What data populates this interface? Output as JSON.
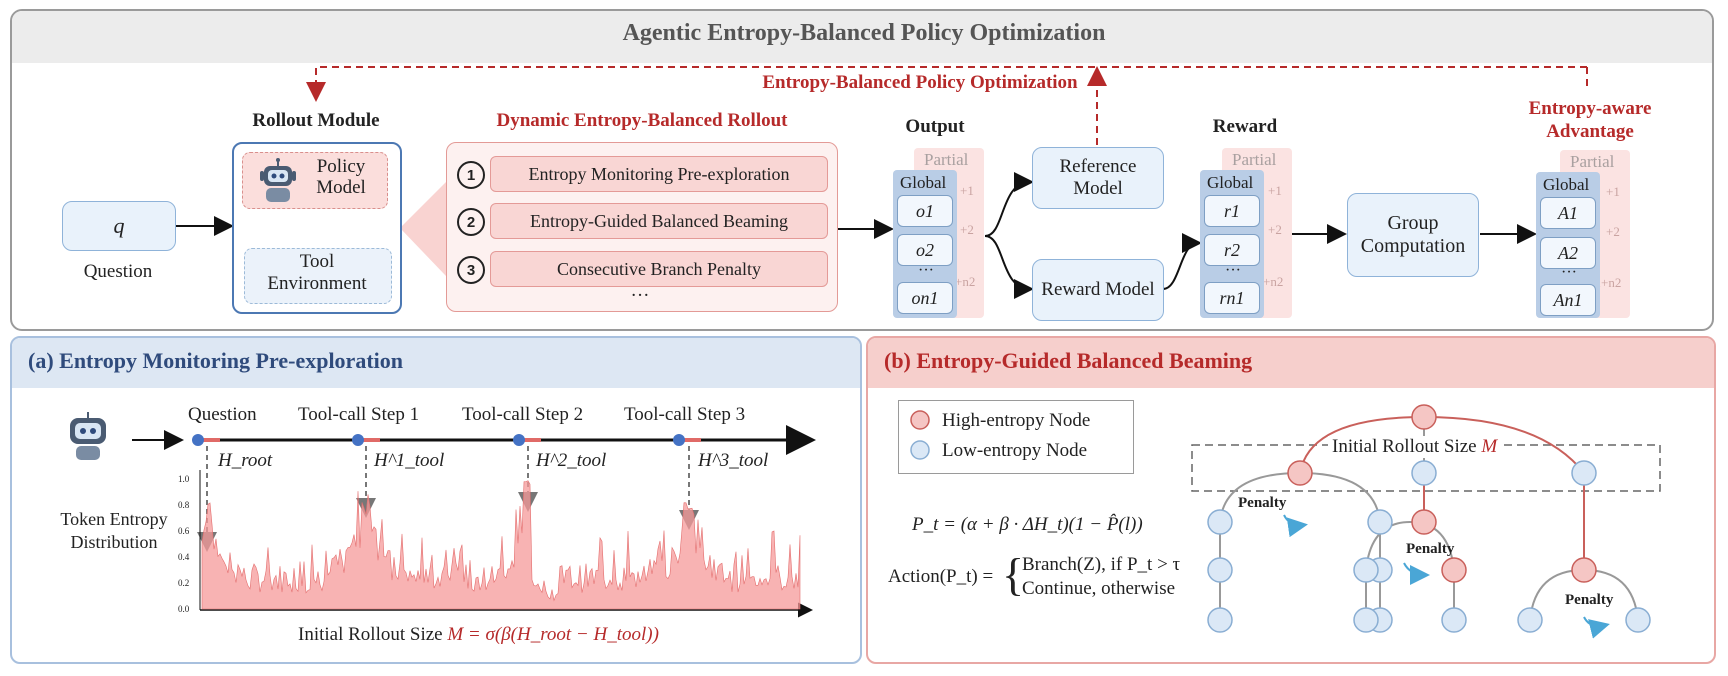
{
  "title": "Agentic Entropy-Balanced Policy Optimization",
  "top": {
    "question_q": "q",
    "question_label": "Question",
    "rollout_module_title": "Rollout Module",
    "policy_model": "Policy Model",
    "tool_environment": "Tool Environment",
    "debr_title": "Dynamic Entropy-Balanced Rollout",
    "debr_items": [
      {
        "num": "1",
        "label": "Entropy Monitoring Pre-exploration"
      },
      {
        "num": "2",
        "label": "Entropy-Guided Balanced Beaming"
      },
      {
        "num": "3",
        "label": "Consecutive Branch Penalty"
      }
    ],
    "debr_more": "···",
    "ebpo_label": "Entropy-Balanced Policy Optimization",
    "output_title": "Output",
    "reward_title": "Reward",
    "advantage_title": "Entropy-aware Advantage",
    "partial": "Partial",
    "global": "Global",
    "output_items": [
      "o1",
      "o2",
      "···",
      "on1"
    ],
    "reward_items": [
      "r1",
      "r2",
      "···",
      "rn1"
    ],
    "advantage_items": [
      "A1",
      "A2",
      "···",
      "An1"
    ],
    "faint_marks": [
      "+1",
      "+2",
      "n1+n2"
    ],
    "reference_model": "Reference Model",
    "reward_model": "Reward Model",
    "group_computation": "Group Computation"
  },
  "panel_a": {
    "title": "(a) Entropy Monitoring Pre-exploration",
    "steps": [
      "Question",
      "Tool-call Step 1",
      "Tool-call Step 2",
      "Tool-call Step 3"
    ],
    "entropy_labels": [
      "H_root",
      "H^1_tool",
      "H^2_tool",
      "H^3_tool"
    ],
    "token_entropy_label": "Token Entropy Distribution",
    "y_ticks": [
      "0.0",
      "0.2",
      "0.4",
      "0.6",
      "0.8",
      "1.0"
    ],
    "formula_prefix": "Initial Rollout Size",
    "formula": "M = σ(β(H_root − H_tool))"
  },
  "panel_b": {
    "title": "(b) Entropy-Guided Balanced Beaming",
    "legend": [
      "High-entropy Node",
      "Low-entropy Node"
    ],
    "pt_formula": "P_t = (α + β · ΔH_t)(1 − P̂(l))",
    "action_label": "Action(P_t) =",
    "action_cases": [
      "Branch(Z), if P_t > τ",
      "Continue, otherwise"
    ],
    "initial_rollout": "Initial Rollout Size",
    "initial_rollout_var": "M",
    "penalty": "Penalty"
  },
  "colors": {
    "red": "#b62a2a",
    "blue_title": "#2f4b7c",
    "node_red_fill": "#f5c6c4",
    "node_red_stroke": "#c9605b",
    "node_blue_fill": "#dbe8f6",
    "node_blue_stroke": "#8aaed3",
    "entropy_fill": "#f59a9a"
  }
}
